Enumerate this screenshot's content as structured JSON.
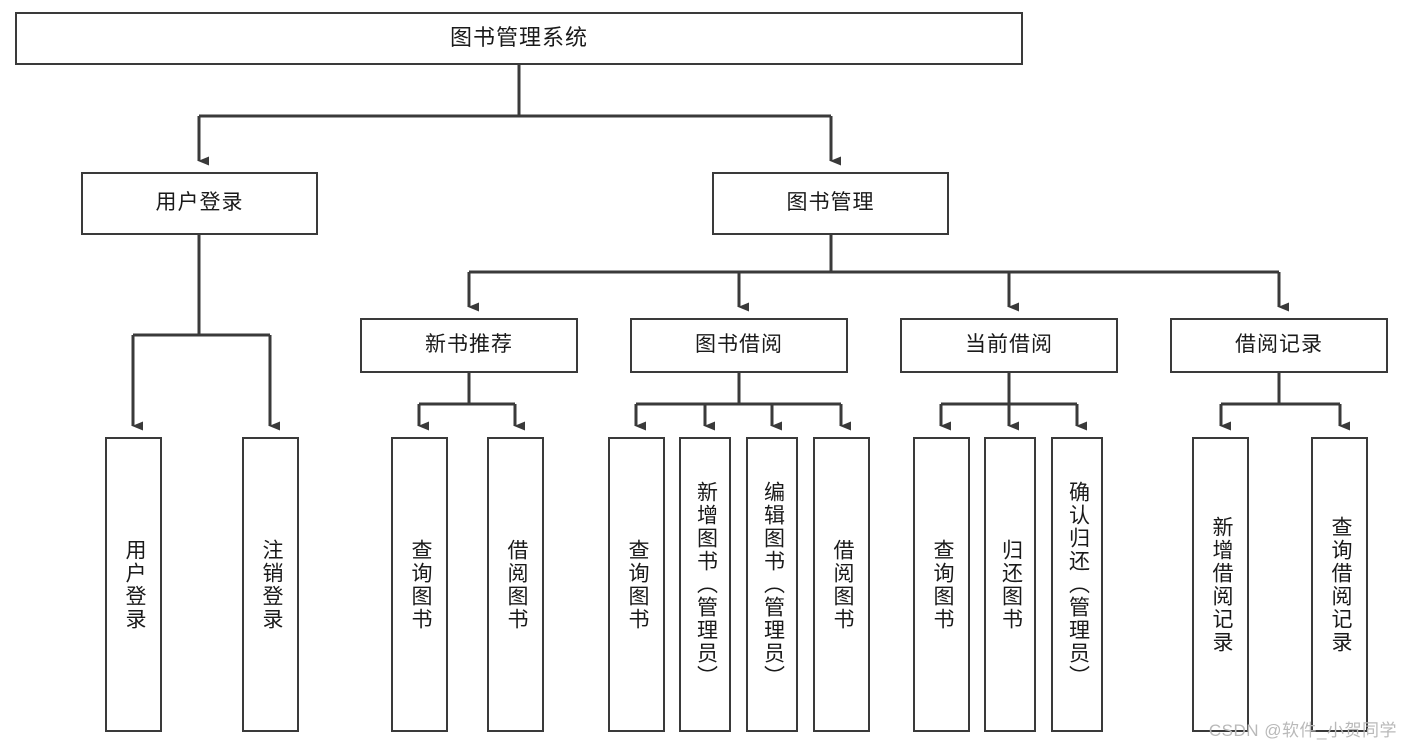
{
  "diagram": {
    "title": "图书管理系统",
    "type": "tree-hierarchy-diagram",
    "colors": {
      "background": "#ffffff",
      "box_fill": "#ffffff",
      "box_border": "#3a3a3a",
      "connector": "#3a3a3a",
      "text": "#1a1a1a",
      "watermark": "#b9b9b9"
    },
    "root": {
      "label": "图书管理系统"
    },
    "level2": [
      {
        "label": "用户登录"
      },
      {
        "label": "图书管理"
      }
    ],
    "level3": [
      {
        "label": "新书推荐"
      },
      {
        "label": "图书借阅"
      },
      {
        "label": "当前借阅"
      },
      {
        "label": "借阅记录"
      }
    ],
    "leaves": {
      "user_login": [
        {
          "label": "用户登录"
        },
        {
          "label": "注销登录"
        }
      ],
      "new_book_recommend": [
        {
          "label": "查询图书"
        },
        {
          "label": "借阅图书"
        }
      ],
      "book_borrow": [
        {
          "label": "查询图书"
        },
        {
          "label": "新增图书（管理员）"
        },
        {
          "label": "编辑图书（管理员）"
        },
        {
          "label": "借阅图书"
        }
      ],
      "current_borrow": [
        {
          "label": "查询图书"
        },
        {
          "label": "归还图书"
        },
        {
          "label": "确认归还（管理员）"
        }
      ],
      "borrow_record": [
        {
          "label": "新增借阅记录"
        },
        {
          "label": "查询借阅记录"
        }
      ]
    },
    "watermark": "CSDN @软件_小贺同学"
  }
}
